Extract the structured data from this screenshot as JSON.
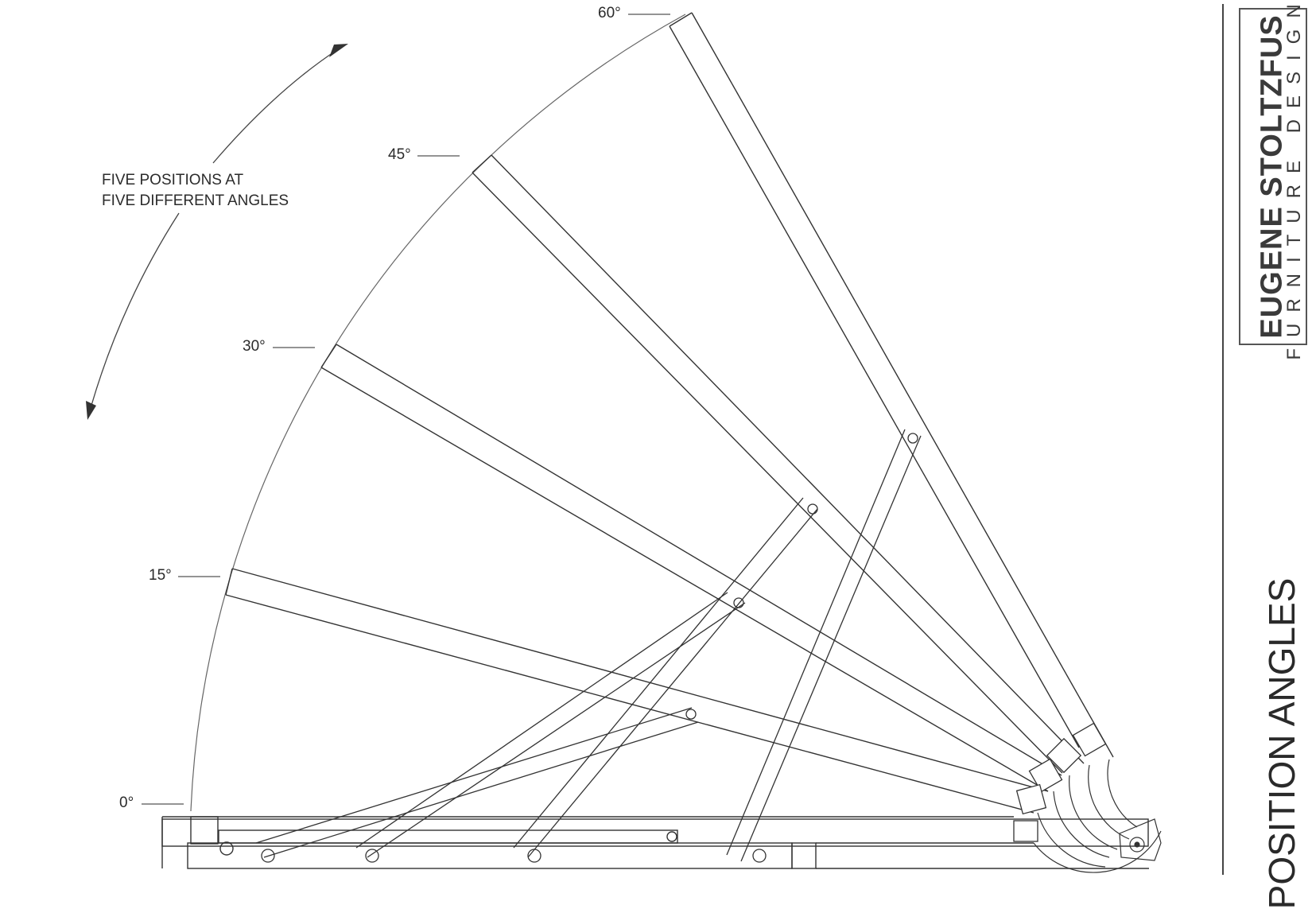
{
  "diagram": {
    "angle_labels": [
      "60°",
      "45°",
      "30°",
      "15°",
      "0°"
    ],
    "angles_deg": [
      60,
      45,
      30,
      15,
      0
    ],
    "annotation": [
      "FIVE POSITIONS AT",
      "FIVE DIFFERENT ANGLES"
    ]
  },
  "title_block": {
    "brand_name": "EUGENE STOLTZFUS",
    "brand_subtitle": "FURNITURE DESIGN",
    "sheet_title": "POSITION ANGLES"
  },
  "colors": {
    "line": "#333333",
    "frame": "#444444"
  }
}
